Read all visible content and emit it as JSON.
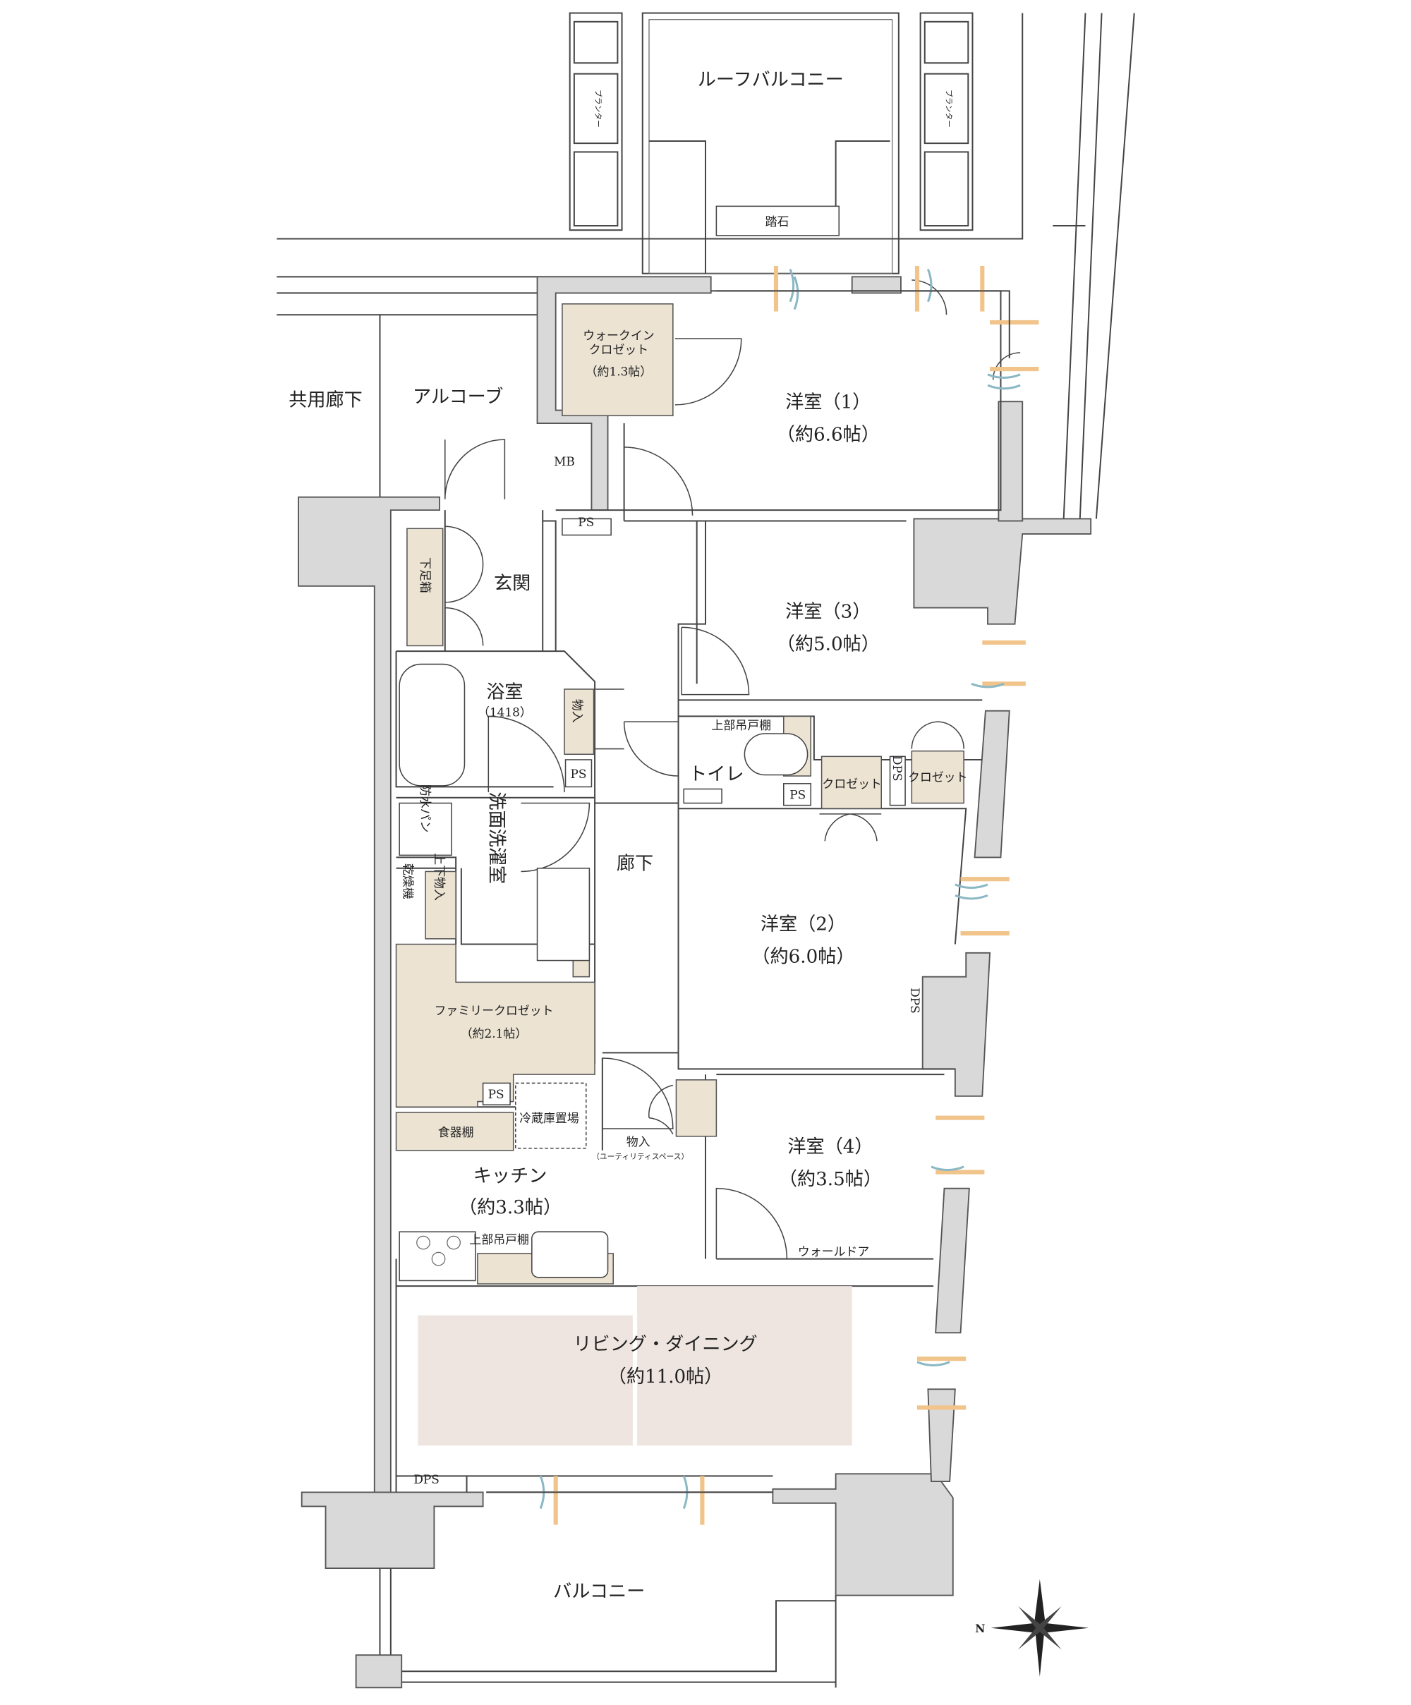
{
  "plan": {
    "roof_balcony": "ルーフバルコニー",
    "planter_left": "プランター",
    "planter_right": "プランター",
    "stepping_stone": "踏石",
    "common_corridor": "共用廊下",
    "alcove": "アルコーブ",
    "walk_in_closet": {
      "line1": "ウォークイン",
      "line2": "クロゼット",
      "size": "（約1.3帖）"
    },
    "room1": {
      "name": "洋室（1）",
      "size": "（約6.6帖）"
    },
    "mb": "MB",
    "ps_entrance": "PS",
    "entrance": "玄関",
    "shoe_box": "下足箱",
    "room3": {
      "name": "洋室（3）",
      "size": "（約5.0帖）"
    },
    "bathroom": {
      "name": "浴室",
      "size": "（1418）"
    },
    "storage_bath": "物入",
    "ps_bath": "PS",
    "upper_cabinet_toilet": "上部吊戸棚",
    "toilet": "トイレ",
    "ps_toilet": "PS",
    "closet_room2": "クロゼット",
    "dps_middle": "DPS",
    "closet_room3": "クロゼット",
    "waterproof_pan": "防水パン",
    "washroom": "洗面洗濯室",
    "dryer": "乾燥機",
    "upper_lower_storage": "上下物入",
    "hallway": "廊下",
    "room2": {
      "name": "洋室（2）",
      "size": "（約6.0帖）"
    },
    "dps_room2": "DPS",
    "family_closet": {
      "name": "ファミリークロゼット",
      "size": "（約2.1帖）"
    },
    "ps_kitchen": "PS",
    "fridge_space": "冷蔵庫置場",
    "cupboard": "食器棚",
    "storage_utility": {
      "name": "物入",
      "note": "（ユーティリティスペース）"
    },
    "room4": {
      "name": "洋室（4）",
      "size": "（約3.5帖）"
    },
    "kitchen": {
      "name": "キッチン",
      "size": "（約3.3帖）"
    },
    "upper_cabinet_kitchen": "上部吊戸棚",
    "wall_door": "ウォールドア",
    "living_dining": {
      "name": "リビング・ダイニング",
      "size": "（約11.0帖）"
    },
    "dps_living": "DPS",
    "balcony": "バルコニー",
    "compass_north": "N"
  },
  "colors": {
    "wall": "#d9d9d9",
    "storage": "#ece3d3",
    "living": "#efe5e0",
    "sun": "#f0c48a",
    "wind": "#8bb8c4"
  }
}
